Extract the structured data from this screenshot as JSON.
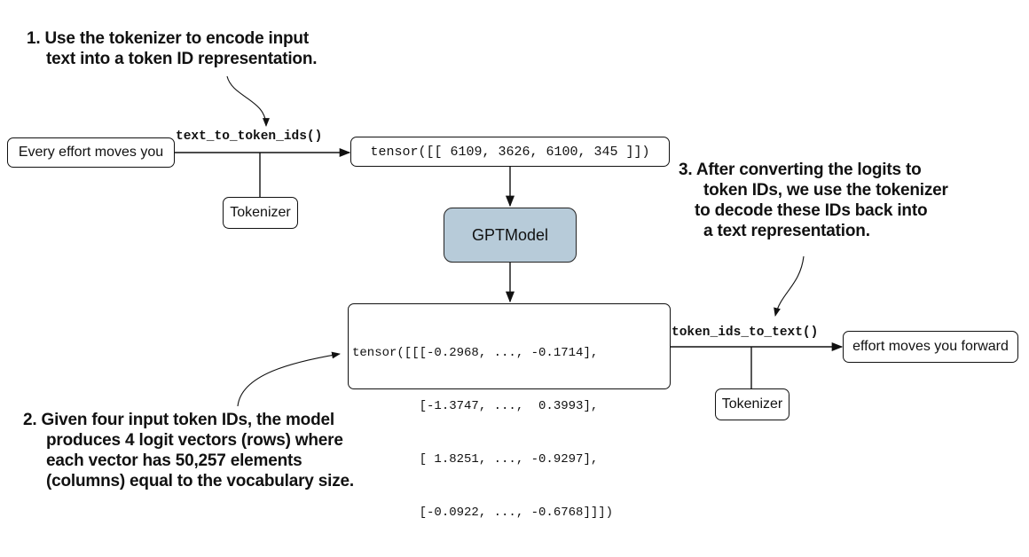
{
  "notes": {
    "step1": {
      "lines": [
        "1. Use the tokenizer to encode input",
        "text into a token ID representation."
      ]
    },
    "step2": {
      "lines": [
        "2. Given four input token IDs, the model",
        "produces 4 logit vectors (rows) where",
        "each vector has 50,257 elements",
        "(columns) equal to the vocabulary size."
      ]
    },
    "step3": {
      "lines": [
        "3. After converting the logits to",
        "token IDs, we use the tokenizer",
        "to decode these IDs back into",
        "a text representation."
      ]
    }
  },
  "input_text": "Every effort moves you",
  "encode_function": "text_to_token_ids()",
  "tokenizer_label": "Tokenizer",
  "token_ids_tensor": "tensor([[ 6109, 3626, 6100, 345 ]])",
  "model_label": "GPTModel",
  "logits_tensor": {
    "lines": [
      "tensor([[[-0.2968, ..., -0.1714],",
      "         [-1.3747, ...,  0.3993],",
      "         [ 1.8251, ..., -0.9297],",
      "         [-0.0922, ..., -0.6768]]])"
    ]
  },
  "decode_function": "token_ids_to_text()",
  "output_text": "effort moves you forward",
  "colors": {
    "model_fill": "#b7cbd9",
    "stroke": "#111111"
  }
}
